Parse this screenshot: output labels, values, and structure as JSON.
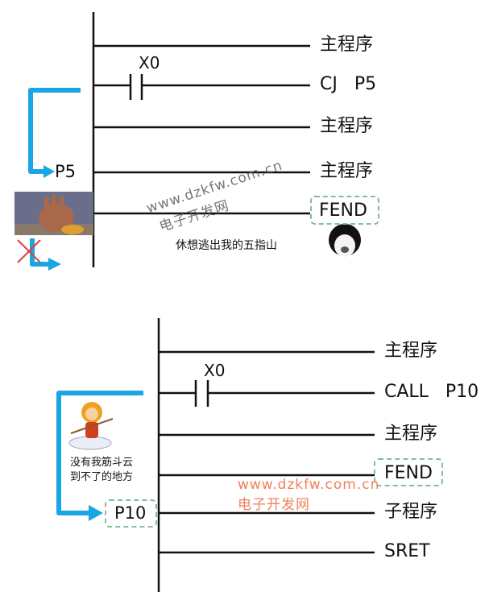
{
  "top": {
    "rungs": [
      "主程序",
      "CJ   P5",
      "主程序",
      "主程序",
      "FEND"
    ],
    "contact_label": "X0",
    "jump_label": "P5",
    "caption": "休想逃出我的五指山"
  },
  "bottom": {
    "rungs": [
      "主程序",
      "CALL   P10",
      "主程序",
      "FEND",
      "子程序",
      "SRET"
    ],
    "contact_label": "X0",
    "pointer_label": "P10",
    "caption_line1": "没有我筋斗云",
    "caption_line2": "到不了的地方"
  },
  "watermark": {
    "url": "www.dzkfw.com.cn",
    "name": "电子开发网"
  },
  "colors": {
    "arrow": "#1aa6e4",
    "line": "#111111",
    "cross": "#e04040",
    "watermark_orange": "#f0805a",
    "dashed_box": "#7fbfa0"
  }
}
